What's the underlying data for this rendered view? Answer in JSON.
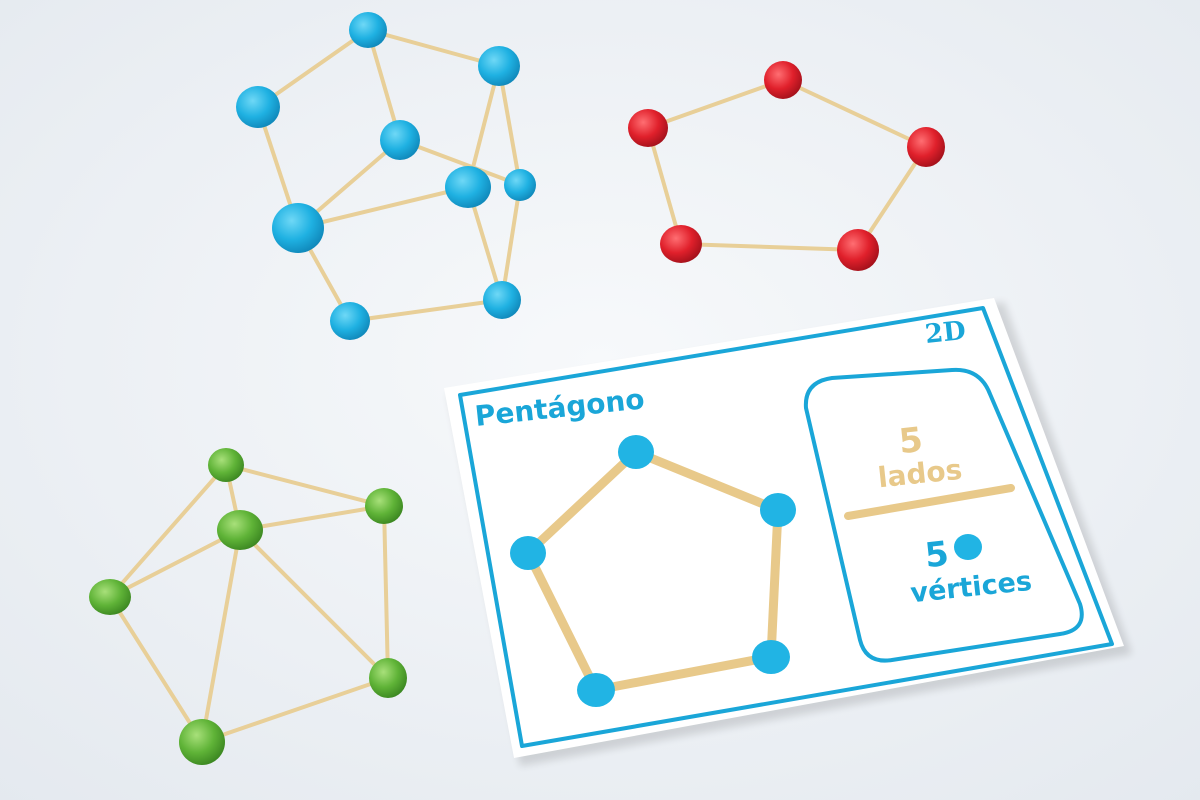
{
  "card": {
    "title": "Pentágono",
    "tag": "2D",
    "sides_count": "5",
    "sides_label": "lados",
    "vertices_count": "5",
    "vertices_label": "vértices"
  },
  "colors": {
    "background": "#eef2f6",
    "card_blue": "#1aa6d8",
    "stick": "#e8c98a",
    "blue_clay": "#21b4e4",
    "red_clay": "#e2202b",
    "green_clay": "#62b63a"
  },
  "models": [
    {
      "name": "cubo-azul",
      "color": "blue"
    },
    {
      "name": "pentagono-rojo",
      "color": "red"
    },
    {
      "name": "piramide-verde",
      "color": "green"
    }
  ]
}
